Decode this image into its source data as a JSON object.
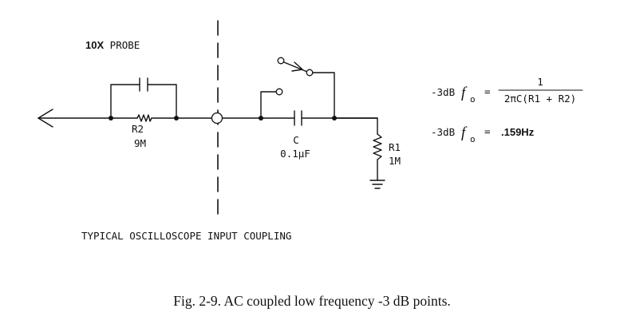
{
  "probe_title_bold": "10X",
  "probe_title_rest": " PROBE",
  "r2_name": "R2",
  "r2_value": "9M",
  "c_name": "C",
  "c_value": "0.1µF",
  "r1_name": "R1",
  "r1_value": "1M",
  "subtitle": "TYPICAL OSCILLOSCOPE INPUT COUPLING",
  "formula": {
    "prefix": "-3dB",
    "symbol": "f",
    "subscript": "o",
    "equals": "=",
    "numerator": "1",
    "denominator": "2πC(R1 + R2)",
    "result": ".159Hz"
  },
  "caption": "Fig. 2-9.  AC coupled low frequency -3 dB points."
}
